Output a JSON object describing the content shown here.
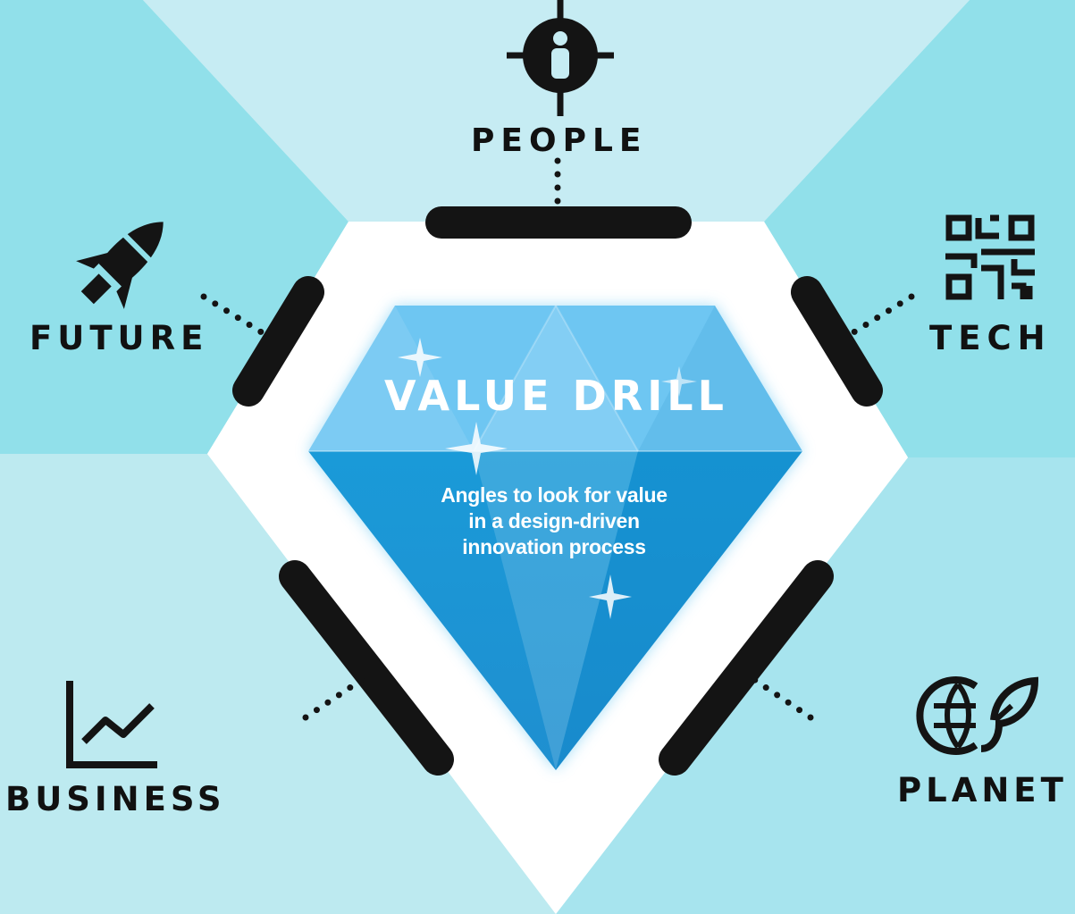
{
  "title": "VALUE DRILL",
  "subtitle": {
    "line1": "Angles to look for value",
    "line2": "in a design-driven",
    "line3": "innovation process"
  },
  "angles": {
    "people": {
      "label": "PEOPLE",
      "icon": "target-person-icon"
    },
    "tech": {
      "label": "TECH",
      "icon": "qr-code-icon"
    },
    "future": {
      "label": "FUTURE",
      "icon": "rocket-icon"
    },
    "business": {
      "label": "BUSINESS",
      "icon": "line-chart-icon"
    },
    "planet": {
      "label": "PLANET",
      "icon": "globe-leaf-icon"
    }
  },
  "colors": {
    "sector_light": "#c6ecf3",
    "sector_mid": "#91e0ea",
    "sector_pale": "#bdeaf0",
    "gem_light": "#6ec6f2",
    "gem_dark": "#1997d6",
    "ink": "#111111",
    "text_on_gem": "#ffffff"
  }
}
